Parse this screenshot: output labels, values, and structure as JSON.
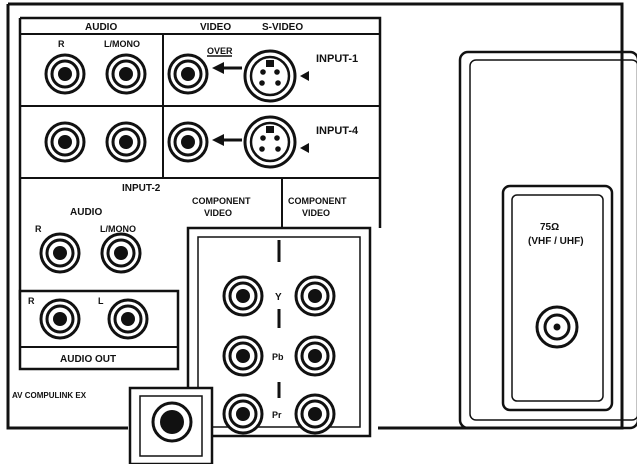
{
  "header": {
    "audio": "AUDIO",
    "video": "VIDEO",
    "svideo": "S-VIDEO"
  },
  "input1": {
    "audio_r": "R",
    "audio_lmono": "L/MONO",
    "over": "OVER",
    "label": "INPUT-1"
  },
  "input4": {
    "label": "INPUT-4"
  },
  "input2": {
    "label": "INPUT-2",
    "audio": "AUDIO",
    "audio_r": "R",
    "audio_lmono": "L/MONO"
  },
  "component": {
    "left_line1": "COMPONENT",
    "left_line2": "VIDEO",
    "right_line1": "COMPONENT",
    "right_line2": "VIDEO",
    "y": "Y",
    "pb": "Pb",
    "pr": "Pr"
  },
  "audio_out": {
    "r": "R",
    "l": "L",
    "label": "AUDIO OUT"
  },
  "compulink": {
    "label": "AV COMPULINK EX"
  },
  "antenna": {
    "line1": "75Ω",
    "line2": "(VHF / UHF)"
  }
}
